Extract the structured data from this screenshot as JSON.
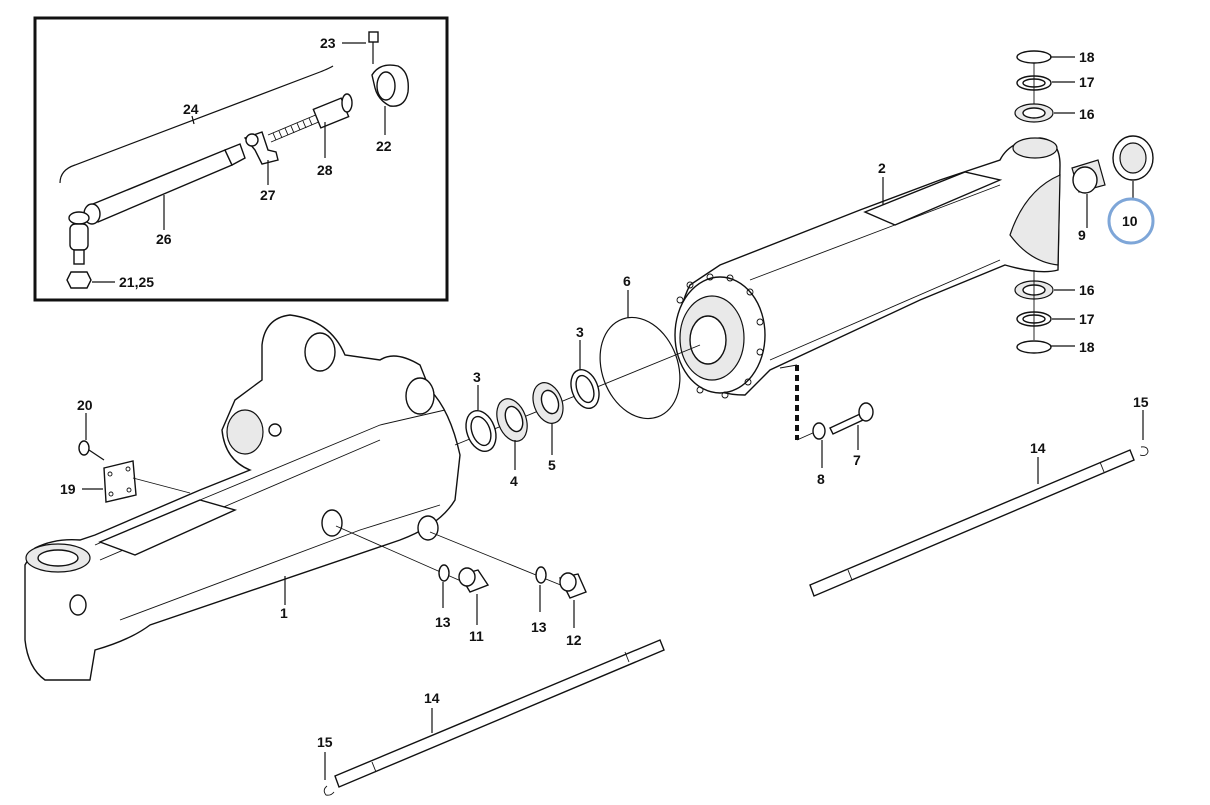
{
  "callouts": {
    "c1": "1",
    "c2": "2",
    "c3a": "3",
    "c3b": "3",
    "c4": "4",
    "c5": "5",
    "c6": "6",
    "c7": "7",
    "c8": "8",
    "c9": "9",
    "c10": "10",
    "c11": "11",
    "c12": "12",
    "c13a": "13",
    "c13b": "13",
    "c14a": "14",
    "c14b": "14",
    "c15a": "15",
    "c15b": "15",
    "c16a": "16",
    "c16b": "16",
    "c17a": "17",
    "c17b": "17",
    "c18a": "18",
    "c18b": "18",
    "c19": "19",
    "c20": "20",
    "c2125": "21,25",
    "c22": "22",
    "c23": "23",
    "c24": "24",
    "c26": "26",
    "c27": "27",
    "c28": "28"
  },
  "highlight": {
    "callout": "10",
    "color": "#7ea6d8"
  }
}
